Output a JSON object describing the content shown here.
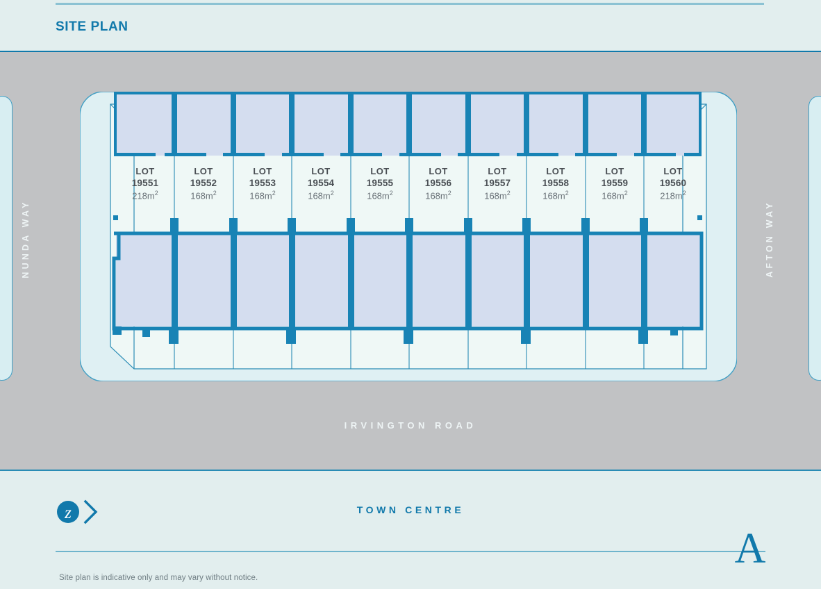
{
  "header": {
    "title": "SITE PLAN"
  },
  "map": {
    "streets": {
      "left": "NUNDA WAY",
      "right": "AFTON WAY",
      "bottom": "IRVINGTON ROAD"
    },
    "lots": [
      {
        "label": "LOT",
        "number": "19551",
        "area": "218m",
        "area_unit": "2"
      },
      {
        "label": "LOT",
        "number": "19552",
        "area": "168m",
        "area_unit": "2"
      },
      {
        "label": "LOT",
        "number": "19553",
        "area": "168m",
        "area_unit": "2"
      },
      {
        "label": "LOT",
        "number": "19554",
        "area": "168m",
        "area_unit": "2"
      },
      {
        "label": "LOT",
        "number": "19555",
        "area": "168m",
        "area_unit": "2"
      },
      {
        "label": "LOT",
        "number": "19556",
        "area": "168m",
        "area_unit": "2"
      },
      {
        "label": "LOT",
        "number": "19557",
        "area": "168m",
        "area_unit": "2"
      },
      {
        "label": "LOT",
        "number": "19558",
        "area": "168m",
        "area_unit": "2"
      },
      {
        "label": "LOT",
        "number": "19559",
        "area": "168m",
        "area_unit": "2"
      },
      {
        "label": "LOT",
        "number": "19560",
        "area": "218m",
        "area_unit": "2"
      }
    ]
  },
  "footer": {
    "brand_letter": "z",
    "town_centre": "TOWN CENTRE",
    "logo_letter": "A",
    "disclaimer": "Site plan is indicative only and may vary without notice."
  },
  "colors": {
    "accent_blue": "#1179ab",
    "wall_blue": "#1883b5",
    "building_fill": "#d4ddef",
    "parcel_fill": "#eef7f6",
    "map_background": "#c1c2c4",
    "panel_background": "#e2eeee",
    "rule_blue": "#8cc2d3",
    "street_text": "#eef4f5",
    "lot_text": "#4a4f54"
  }
}
